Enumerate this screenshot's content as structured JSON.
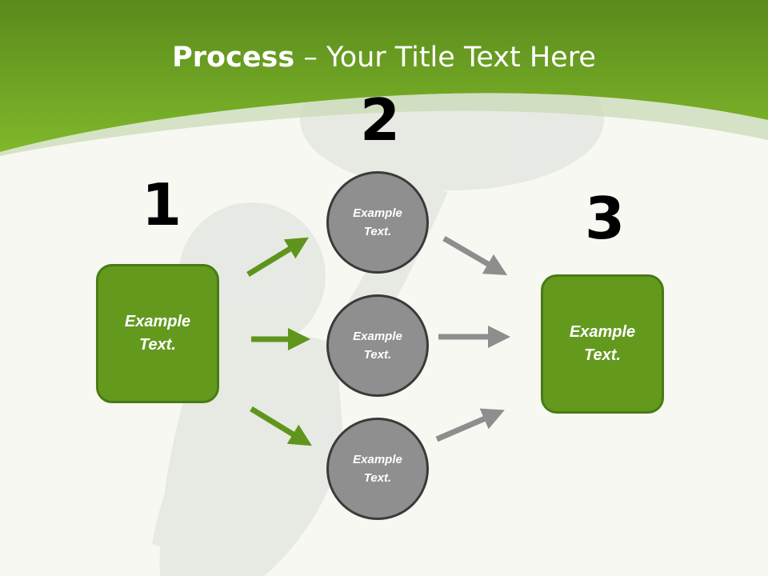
{
  "title": {
    "bold": "Process",
    "rest": " – Your Title Text Here"
  },
  "steps": {
    "one": {
      "number": "1",
      "text": "Example\nText."
    },
    "two": {
      "number": "2",
      "items": [
        "Example\nText.",
        "Example\nText.",
        "Example\nText."
      ]
    },
    "three": {
      "number": "3",
      "text": "Example\nText."
    }
  },
  "colors": {
    "green": "#639a1e",
    "grey": "#8f8f8f",
    "arrow_green": "#5f951c",
    "arrow_grey": "#8e8e8e"
  }
}
